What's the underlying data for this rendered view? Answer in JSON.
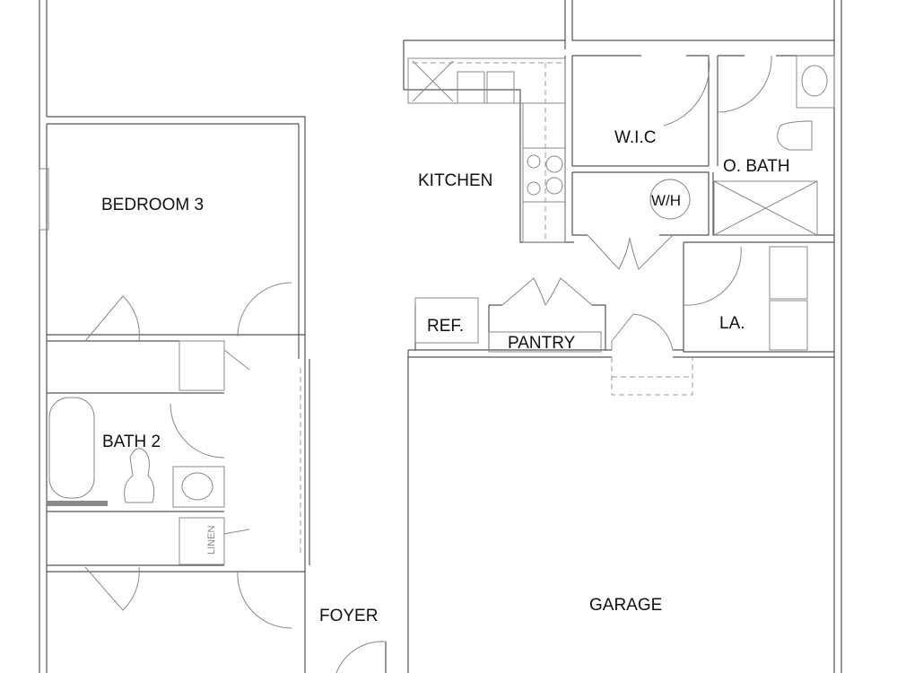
{
  "title": "Floor Plan",
  "rooms": {
    "bedroom3": "BEDROOM 3",
    "bath2": "BATH 2",
    "kitchen": "KITCHEN",
    "wic": "W.I.C",
    "obath": "O. BATH",
    "wh": "W/H",
    "ref": "REF.",
    "pantry": "PANTRY",
    "laundry": "LA.",
    "garage": "GARAGE",
    "foyer": "FOYER",
    "linen": "LINEN"
  },
  "colors": {
    "wall": "#555555",
    "fixture": "#888888",
    "tub_base": "#8a8a8a"
  }
}
